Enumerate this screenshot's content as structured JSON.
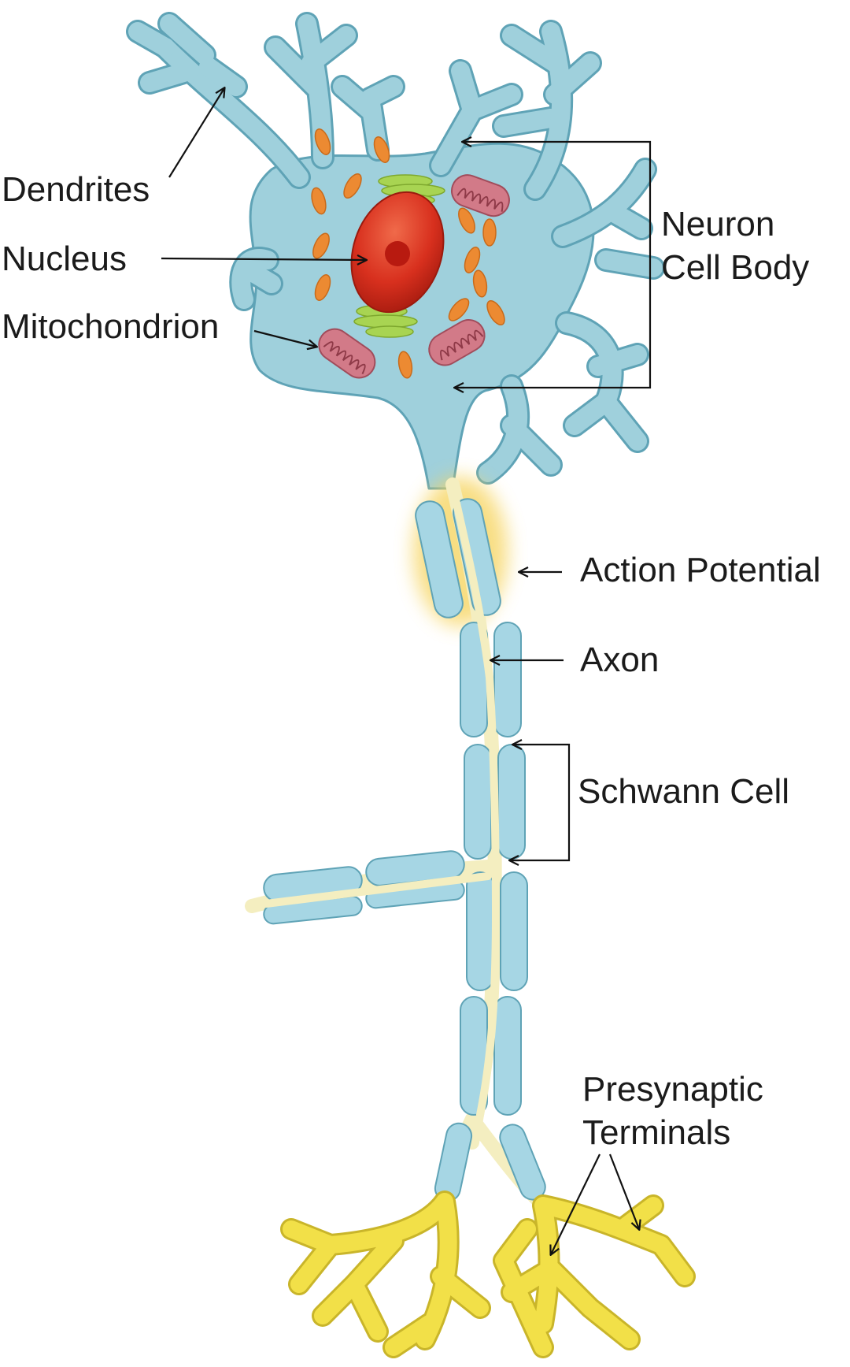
{
  "labels": {
    "dendrites": "Dendrites",
    "nucleus": "Nucleus",
    "mitochondrion": "Mitochondrion",
    "neuron_cell_body_line1": "Neuron",
    "neuron_cell_body_line2": "Cell Body",
    "action_potential": "Action Potential",
    "axon": "Axon",
    "schwann_cell": "Schwann Cell",
    "presynaptic_line1": "Presynaptic",
    "presynaptic_line2": "Terminals"
  },
  "colors": {
    "cell_body": "#9fd0dc",
    "cell_edge": "#5fa3b6",
    "nucleus": "#d8301e",
    "nucleolus": "#b81a10",
    "mitochondrion": "#d27a88",
    "organelle_orange": "#ec8a32",
    "golgi": "#a8d452",
    "myelin": "#a6d6e4",
    "axon_core": "#f4eec0",
    "terminals": "#f2e048",
    "action_potential_glow": "#f6d35a",
    "line": "#111111"
  }
}
